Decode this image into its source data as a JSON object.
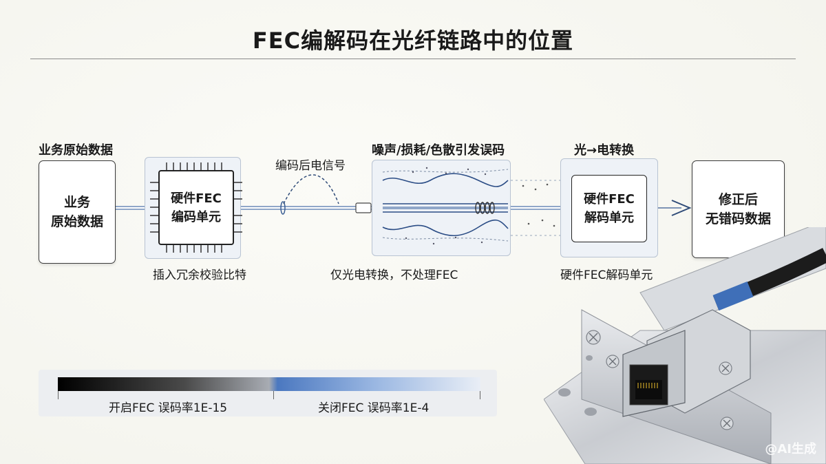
{
  "title": "FEC编解码在光纤链路中的位置",
  "source": {
    "caption": "业务原始数据",
    "box_text": "业务\n原始数据"
  },
  "encoder": {
    "chip_text": "硬件FEC\n编码单元",
    "caption": "插入冗余校验比特"
  },
  "signal_label": "编码后电信号",
  "channel": {
    "caption": "噪声/损耗/色散引发误码",
    "note": "仅光电转换，不处理FEC"
  },
  "receiver": {
    "caption": "光→电转换",
    "box_text": "硬件FEC\n解码单元",
    "note": "硬件FEC解码单元"
  },
  "output": {
    "box_text": "修正后\n无错码数据"
  },
  "ber_scale": {
    "left_label": "开启FEC 误码率1E-15",
    "right_label": "关闭FEC 误码率1E-4"
  },
  "watermark": "@AI生成",
  "colors": {
    "fiber": "#9fb6d6",
    "accent_blue": "#4a78c0",
    "panel": "#eef2f7"
  },
  "icons": {
    "chip": "chip-icon",
    "fiber": "fiber-cable-icon",
    "device": "rj45-sfp-module-icon"
  }
}
